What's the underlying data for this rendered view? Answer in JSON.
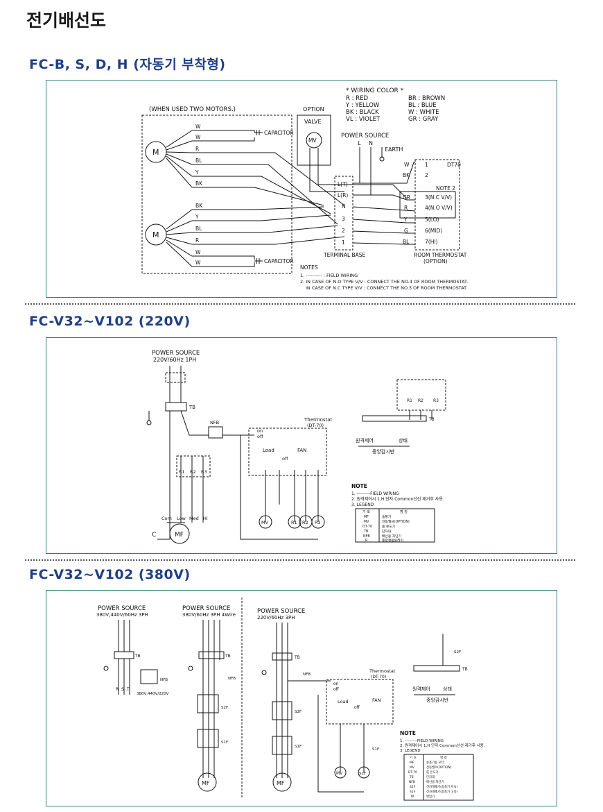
{
  "page": {
    "title": "전기배선도"
  },
  "sections": [
    {
      "heading": "FC-B, S, D, H (자동기 부착형)"
    },
    {
      "heading": "FC-V32~V102 (220V)"
    },
    {
      "heading": "FC-V32~V102 (380V)"
    }
  ],
  "d1": {
    "wiring_color_title": "* WIRING COLOR *",
    "colors": [
      "R : RED",
      "Y : YELLOW",
      "BK : BLACK",
      "VL : VIOLET",
      "BR : BROWN",
      "BL : BLUE",
      "W : WHITE",
      "GR : GRAY"
    ],
    "two_motors": "(WHEN USED TWO MOTORS.)",
    "option": "OPTION",
    "valve": "VALVE",
    "mv": "MV",
    "power_source": "POWER SOURCE",
    "l": "L",
    "n": "N",
    "earth": "EARTH",
    "capacitor": "CAPACITOR",
    "motor": "M",
    "upper_wires": [
      "W",
      "W",
      "R",
      "BL",
      "Y",
      "BK"
    ],
    "lower_wires": [
      "BK",
      "Y",
      "BL",
      "R",
      "W",
      "W"
    ],
    "terminals": [
      "L(T)",
      "L(R)",
      "N",
      "3",
      "2",
      "1"
    ],
    "terminal_base": "TERMINAL BASE",
    "dt70": "DT70",
    "note2": "NOTE 2",
    "thermo_pins": [
      "1",
      "2",
      "3(N.C V/V)",
      "4(N.O V/V)",
      "5(LO)",
      "6(MID)",
      "7(HI)"
    ],
    "thermo_wires": [
      "W",
      "BK",
      "GR",
      "R",
      "Y",
      "G",
      "BL"
    ],
    "room_thermostat": "ROOM THERMOSTAT",
    "option_paren": "(OPTION)",
    "notes_title": "NOTES",
    "notes": [
      "1. ---------- : FIELD WIRING",
      "2. IN CASE OF N.O TYPE V/V : CONNECT THE NO.4 OF ROOM THERMOSTAT.",
      "IN CASE OF N.C TYPE V/V : CONNECT THE NO.3 OF ROOM THERMOSTAT."
    ]
  },
  "d2": {
    "power_source": "POWER SOURCE",
    "spec": "220V/60Hz 1PH",
    "tb": "TB",
    "nfb": "NFB",
    "thermostat": "Thermostat",
    "dt70": "(DT-70)",
    "on": "on",
    "off": "off",
    "load": "Load",
    "fan": "FAN",
    "relays": [
      "R1",
      "R2",
      "R3"
    ],
    "speeds": [
      "Com",
      "Low",
      "Med",
      "Hi"
    ],
    "c": "C",
    "mf": "MF",
    "mv": "MV",
    "remote_control": "원격제어",
    "status": "상태",
    "central_panel": "중앙감시반",
    "note_title": "NOTE",
    "notes": [
      "1. ---------FIELD WIRING",
      "2. 원격제어시 1,H 단자 Common선선 제거후 사용.",
      "3. LEGEND"
    ],
    "legend_header": [
      "기 호",
      "명 칭"
    ],
    "legend": [
      [
        "MF",
        "송풍기"
      ],
      [
        "MV",
        "전동밸브(OPTION)"
      ],
      [
        "DT-70",
        "룸 온도기"
      ],
      [
        "TB",
        "단자대"
      ],
      [
        "NFB",
        "배선용 차단기"
      ],
      [
        "R",
        "풍량절환릴레이"
      ]
    ]
  },
  "d3": {
    "power_source": "POWER SOURCE",
    "spec_a": "380V,440V/60Hz 3PH",
    "spec_b": "380V/60Hz 3PH 4Wire",
    "spec_c": "220V/60Hz 3PH",
    "tb": "TB",
    "nfb": "NFB",
    "transformer": "380V,440V/220V",
    "rst": [
      "R",
      "S",
      "T"
    ],
    "thermostat": "Thermostat",
    "dt70": "(DT-70)",
    "load": "Load",
    "fan": "FAN",
    "on": "on",
    "off": "off",
    "s2f": "S2F",
    "s1f": "S1F",
    "mf": "MF",
    "mv": "MV",
    "remote_control": "원격제어",
    "status": "상태",
    "central_panel": "중앙감시반",
    "note_title": "NOTE",
    "notes": [
      "1. ---------FIELD WIRING",
      "2. 원격제어시 1,H 단자 Common선선 제거후 사용.",
      "3. LEGEND"
    ],
    "legend_header": [
      "기 호",
      "명 칭"
    ],
    "legend": [
      [
        "MF",
        "송풍기용 모터"
      ],
      [
        "MV",
        "전동밸브(OPTION)"
      ],
      [
        "DT-70",
        "룸 온도기"
      ],
      [
        "TB",
        "단자대"
      ],
      [
        "NFB",
        "배선용 차단기"
      ],
      [
        "S2F",
        "전자개폐기(송풍기 저속)"
      ],
      [
        "S1F",
        "전자개폐기(송풍기 고속)"
      ],
      [
        "TR",
        "변압기"
      ]
    ]
  }
}
